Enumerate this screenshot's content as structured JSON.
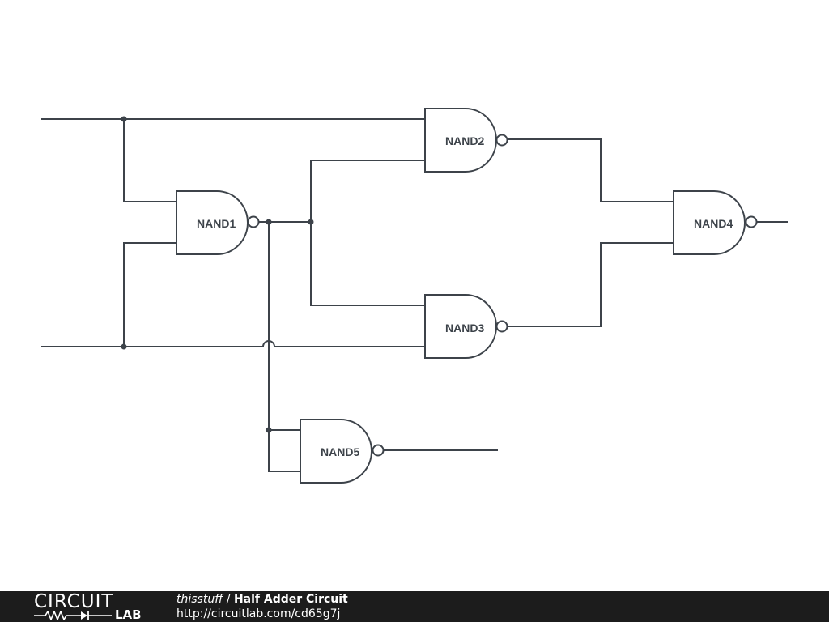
{
  "schematic": {
    "gates": [
      {
        "id": "g1",
        "label": "NAND1"
      },
      {
        "id": "g2",
        "label": "NAND2"
      },
      {
        "id": "g3",
        "label": "NAND3"
      },
      {
        "id": "g4",
        "label": "NAND4"
      },
      {
        "id": "g5",
        "label": "NAND5"
      }
    ]
  },
  "footer": {
    "logo_word": "CIRCUIT",
    "logo_lab": "LAB",
    "author": "thisstuff",
    "separator": " / ",
    "title": "Half Adder Circuit",
    "url": "http://circuitlab.com/cd65g7j"
  },
  "colors": {
    "wire": "#3d434a",
    "footer_bg": "#1c1c1c",
    "footer_text": "#ffffff"
  }
}
